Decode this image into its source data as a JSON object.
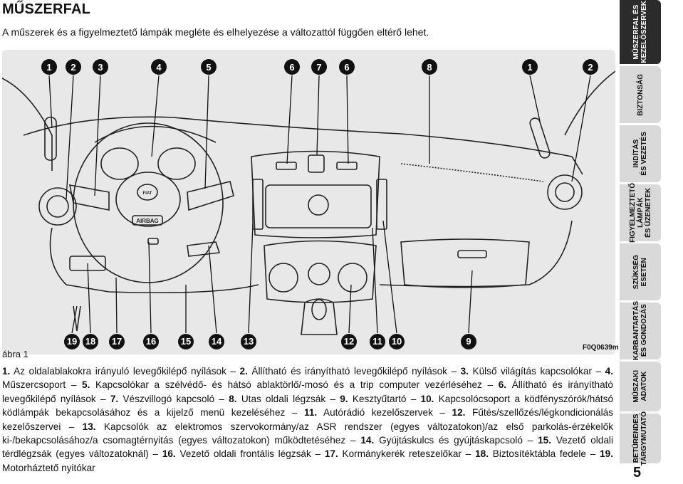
{
  "header": {
    "title": "MŰSZERFAL",
    "subtitle": "A műszerek és a figyelmeztető lámpák megléte és elhelyezése a változattól függően eltérő lehet."
  },
  "figure": {
    "caption": "ábra 1",
    "code": "F0Q0639m",
    "top_callouts": [
      "1",
      "2",
      "3",
      "4",
      "5",
      "6",
      "7",
      "6",
      "8",
      "1",
      "2"
    ],
    "bottom_callouts": [
      "19",
      "18",
      "17",
      "16",
      "15",
      "14",
      "13",
      "12",
      "11",
      "10",
      "9"
    ],
    "embossed": {
      "airbag": "AIRBAG",
      "logo": "FIAT"
    }
  },
  "legend": [
    {
      "num": "1.",
      "text": "Az oldalablakokra irányuló levegőkilépő nyílások"
    },
    {
      "num": "2.",
      "text": "Állítható és irányítható levegőkilépő nyílások"
    },
    {
      "num": "3.",
      "text": "Külső világítás kapcsolókar"
    },
    {
      "num": "4.",
      "text": "Műszercsoport"
    },
    {
      "num": "5.",
      "text": "Kapcsolókar a szélvédő- és hátsó ablaktörlő/-mosó és a trip computer vezérléséhez"
    },
    {
      "num": "6.",
      "text": "Állítható és irányítható levegőkilépő nyílások"
    },
    {
      "num": "7.",
      "text": "Vészvillogó kapcsoló"
    },
    {
      "num": "8.",
      "text": "Utas oldali légzsák"
    },
    {
      "num": "9.",
      "text": "Kesztyűtartó"
    },
    {
      "num": "10.",
      "text": "Kapcsolócsoport a ködfényszórók/hátsó ködlámpák bekapcsolásához és a kijelző menü kezeléséhez"
    },
    {
      "num": "11.",
      "text": "Autórádió kezelőszervek"
    },
    {
      "num": "12.",
      "text": "Fűtés/szellőzés/légkondicionálás kezelőszervei"
    },
    {
      "num": "13.",
      "text": "Kapcsolók az elektromos szervokormány/az ASR rendszer (egyes változatokon)/az első parkolás-érzékelők ki-/bekapcsolásához/a csomagtérnyitás (egyes változatokon) működtetéséhez"
    },
    {
      "num": "14.",
      "text": "Gyújtáskulcs és gyújtáskapcsoló"
    },
    {
      "num": "15.",
      "text": "Vezető oldali térdlégzsák (egyes változatoknál)"
    },
    {
      "num": "16.",
      "text": "Vezető oldali frontális légzsák"
    },
    {
      "num": "17.",
      "text": "Kormánykerék reteszelőkar"
    },
    {
      "num": "18.",
      "text": "Biztosítéktábla fedele"
    },
    {
      "num": "19.",
      "text": "Motorháztető nyitókar"
    }
  ],
  "sidebar": {
    "tabs": [
      {
        "label": "MŰSZERFAL ÉS\nKEZELŐSZERVEK",
        "active": true
      },
      {
        "label": "BIZTONSÁG",
        "active": false
      },
      {
        "label": "INDÍTÁS\nÉS VEZETÉS",
        "active": false
      },
      {
        "label": "FIGYELMEZTETŐ\nLÁMPÁK\nÉS ÜZENETEK",
        "active": false
      },
      {
        "label": "SZÜKSÉG\nESETÉN",
        "active": false
      },
      {
        "label": "KARBANTARTÁS\nÉS GONDOZÁS",
        "active": false
      },
      {
        "label": "MŰSZAKI\nADATOK",
        "active": false
      },
      {
        "label": "BETŰRENDES\nTÁRGYMUTATÓ",
        "active": false
      }
    ],
    "page_number": "5"
  }
}
